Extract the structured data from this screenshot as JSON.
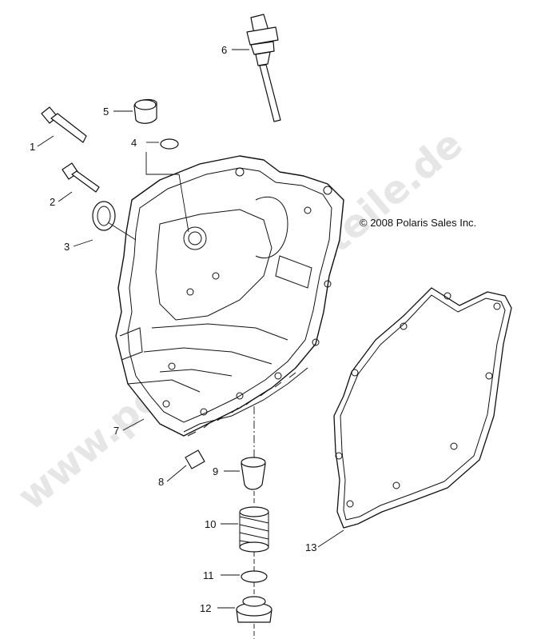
{
  "copyright": "© 2008 Polaris Sales Inc.",
  "watermark": "www.polarisersatzteile.de",
  "callouts": [
    "1",
    "2",
    "3",
    "4",
    "5",
    "6",
    "7",
    "8",
    "9",
    "10",
    "11",
    "12",
    "13"
  ]
}
